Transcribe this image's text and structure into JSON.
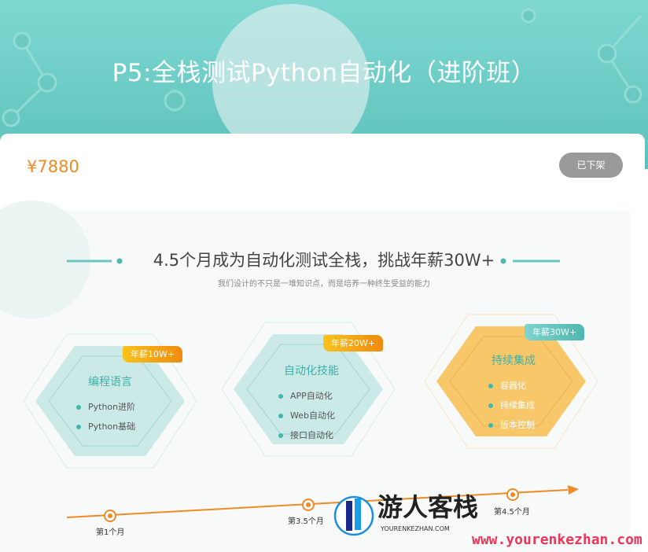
{
  "banner": {
    "title": "P5:全栈测试Python自动化（进阶班）"
  },
  "price": "¥7880",
  "status_button": "已下架",
  "intro": {
    "headline": "4.5个月成为自动化测试全栈，挑战年薪30W+",
    "subtitle": "我们设计的不只是一堆知识点，而是培养一种终生受益的能力"
  },
  "stages": [
    {
      "title": "编程语言",
      "badge": "年薪10W+",
      "items": [
        "Python进阶",
        "Python基础"
      ],
      "month": "第1个月"
    },
    {
      "title": "自动化技能",
      "badge": "年薪20W+",
      "items": [
        "APP自动化",
        "Web自动化",
        "接口自动化"
      ],
      "month": "第3.5个月"
    },
    {
      "title": "持续集成",
      "badge": "年薪30W+",
      "items": [
        "容器化",
        "持续集成",
        "版本控制"
      ],
      "month": "第4.5个月"
    }
  ],
  "watermark": {
    "brand": "游人客栈",
    "domain": "YOURENKEZHAN.COM",
    "url": "www.yourenkezhan.com"
  },
  "colors": {
    "teal": "#5cc1bb",
    "orange": "#f08a24",
    "gray_button": "#999999",
    "watermark": "#e8375a"
  }
}
